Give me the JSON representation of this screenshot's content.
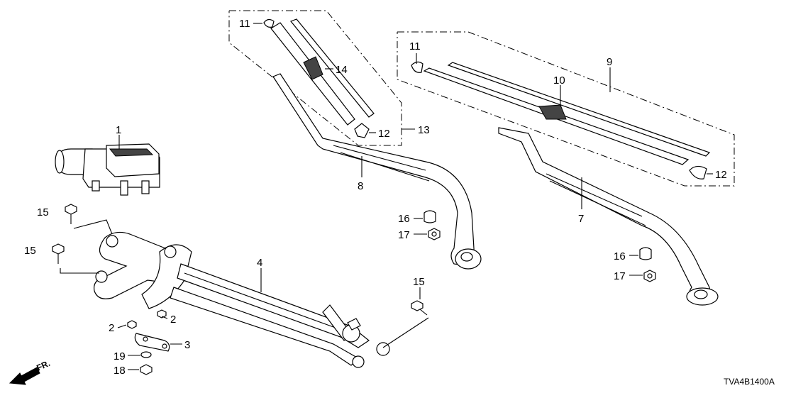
{
  "diagram": {
    "code": "TVA4B1400A",
    "direction_label": "FR.",
    "callouts": {
      "c1": "1",
      "c2a": "2",
      "c2b": "2",
      "c3": "3",
      "c4": "4",
      "c7": "7",
      "c8": "8",
      "c9": "9",
      "c10": "10",
      "c11a": "11",
      "c11b": "11",
      "c12a": "12",
      "c12b": "12",
      "c13": "13",
      "c14": "14",
      "c15a": "15",
      "c15b": "15",
      "c15c": "15",
      "c16a": "16",
      "c16b": "16",
      "c17a": "17",
      "c17b": "17",
      "c18": "18",
      "c19": "19"
    }
  }
}
